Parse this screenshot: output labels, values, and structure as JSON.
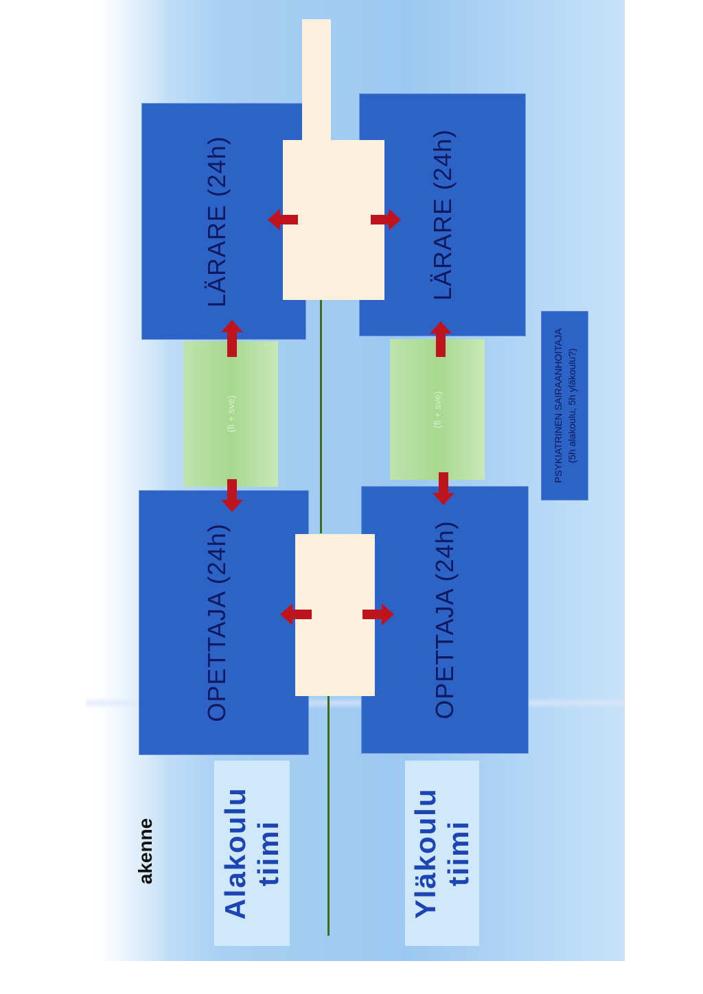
{
  "title": "akenne",
  "boxes": {
    "larare_top": "LÄRARE (24h)",
    "larare_bottom": "LÄRARE (24h)",
    "opettaja_top": "OPETTAJA (24h)",
    "opettaja_bottom": "OPETTAJA (24h)"
  },
  "green_left": {
    "faint": "(fi + sve)"
  },
  "green_right": {
    "faint": "(fi + sve)"
  },
  "teams": {
    "alakoulu_line1": "Alakoulu",
    "alakoulu_line2": "tiimi",
    "ylakoulu_line1": "Yläkoulu",
    "ylakoulu_line2": "tiimi"
  },
  "psy": {
    "line1": "PSYKIATRINEN SAIRAANHOITAJA",
    "line2": "(5h alakoulu, 5h yläkoulu?)"
  },
  "colors": {
    "box_blue": "#2d63c7",
    "cream": "#fdf0dc",
    "arrow_red": "#c0141c",
    "green": "#a8d88f",
    "team_text": "#1d44b5"
  }
}
